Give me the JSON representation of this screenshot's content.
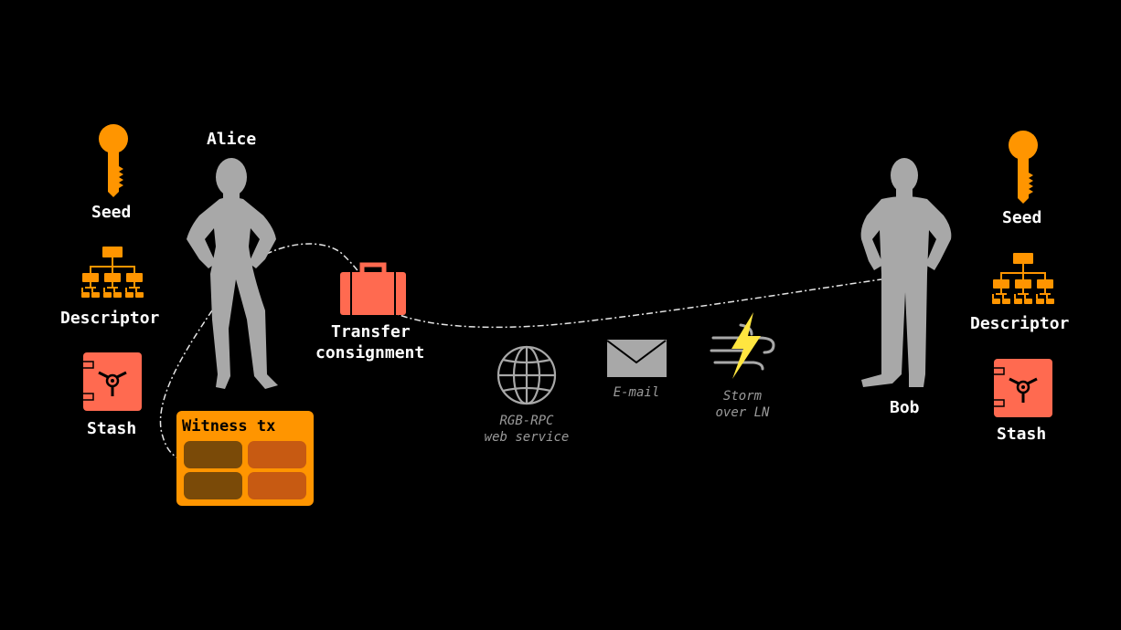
{
  "alice": {
    "name": "Alice"
  },
  "bob": {
    "name": "Bob"
  },
  "left_stack": {
    "seed": "Seed",
    "descriptor": "Descriptor",
    "stash": "Stash"
  },
  "right_stack": {
    "seed": "Seed",
    "descriptor": "Descriptor",
    "stash": "Stash"
  },
  "consignment": {
    "line1": "Transfer",
    "line2": "consignment"
  },
  "witness": {
    "title": "Witness tx"
  },
  "channels": [
    {
      "line1": "RGB-RPC",
      "line2": "web service"
    },
    {
      "line1": "E-mail"
    },
    {
      "line1": "Storm",
      "line2": "over LN"
    }
  ],
  "colors": {
    "background": "#000000",
    "orange": "#ff9500",
    "stash_red": "#ff6a50",
    "figure_gray": "#a8a8a8",
    "witness_dark": "#7a4a08",
    "witness_light": "#c75a12",
    "lightning": "#ffe640"
  }
}
